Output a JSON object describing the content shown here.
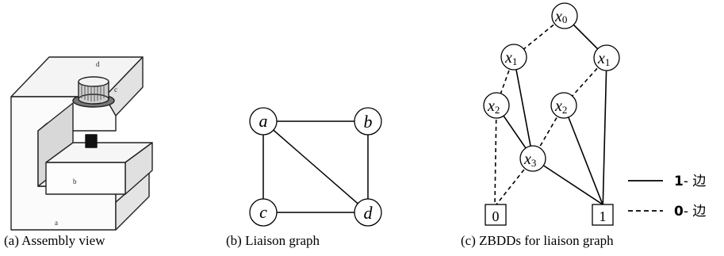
{
  "captions": {
    "a": "(a) Assembly view",
    "b": "(b) Liaison graph",
    "c": "(c) ZBDDs for liaison graph"
  },
  "assembly": {
    "part_labels": {
      "a": "a",
      "b": "b",
      "c": "c",
      "d": "d"
    }
  },
  "liaison_graph": {
    "nodes": [
      "a",
      "b",
      "c",
      "d"
    ],
    "edges": [
      [
        "a",
        "b"
      ],
      [
        "a",
        "c"
      ],
      [
        "a",
        "d"
      ],
      [
        "b",
        "d"
      ],
      [
        "c",
        "d"
      ]
    ]
  },
  "zbdd": {
    "nodes": [
      {
        "id": "n0",
        "var": "x",
        "sub": "0"
      },
      {
        "id": "n1l",
        "var": "x",
        "sub": "1"
      },
      {
        "id": "n1r",
        "var": "x",
        "sub": "1"
      },
      {
        "id": "n2l",
        "var": "x",
        "sub": "2"
      },
      {
        "id": "n2r",
        "var": "x",
        "sub": "2"
      },
      {
        "id": "n3",
        "var": "x",
        "sub": "3"
      }
    ],
    "terminals": {
      "zero": "0",
      "one": "1"
    },
    "edges": [
      {
        "from": "n0",
        "to": "n1l",
        "type": "0"
      },
      {
        "from": "n0",
        "to": "n1r",
        "type": "1"
      },
      {
        "from": "n1l",
        "to": "n2l",
        "type": "0"
      },
      {
        "from": "n1l",
        "to": "n3",
        "type": "1"
      },
      {
        "from": "n1r",
        "to": "n2r",
        "type": "0"
      },
      {
        "from": "n1r",
        "to": "one",
        "type": "1"
      },
      {
        "from": "n2l",
        "to": "zero",
        "type": "0"
      },
      {
        "from": "n2l",
        "to": "n3",
        "type": "1"
      },
      {
        "from": "n2r",
        "to": "n3",
        "type": "0"
      },
      {
        "from": "n2r",
        "to": "one",
        "type": "1"
      },
      {
        "from": "n3",
        "to": "zero",
        "type": "0"
      },
      {
        "from": "n3",
        "to": "one",
        "type": "1"
      }
    ],
    "legend": [
      {
        "num": "1",
        "suffix": "- 边",
        "type": "1"
      },
      {
        "num": "0",
        "suffix": "- 边",
        "type": "0"
      }
    ]
  }
}
